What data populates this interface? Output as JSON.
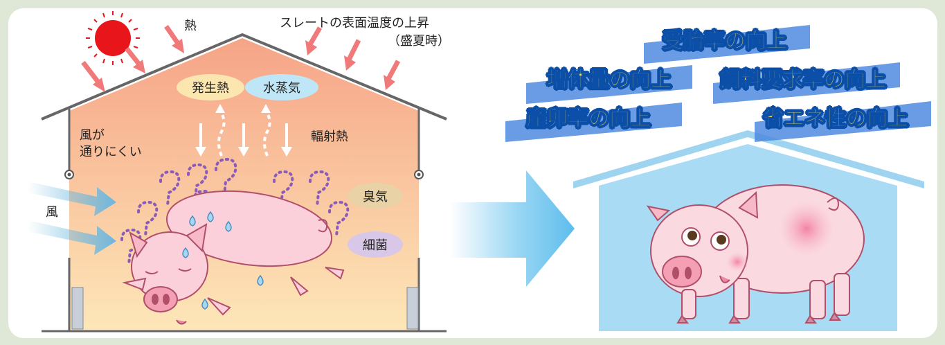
{
  "left_scene": {
    "heat_label": "熱",
    "slate_label_line1": "スレートの表面温度の上昇",
    "slate_label_line2": "（盛夏時）",
    "generated_heat": "発生熱",
    "water_vapor": "水蒸気",
    "radiant_heat": "輻射熱",
    "wind_poor_line1": "風が",
    "wind_poor_line2": "通りにくい",
    "wind_label": "風",
    "odor": "臭気",
    "bacteria": "細菌"
  },
  "right_scene": {
    "benefits": [
      "受胎率の向上",
      "増体量の向上",
      "飼料要求率の向上",
      "産卵率の向上",
      "省エネ性の向上"
    ]
  },
  "colors": {
    "house_top": "#f6a487",
    "house_bottom": "#fde7b8",
    "roof_line": "#666666",
    "sun": "#e8161b",
    "heat_arrow": "#f07a7a",
    "vapor_bubble": "#bfe6f7",
    "heat_bubble": "#fbe6b0",
    "odor_bubble": "#e9d3a6",
    "bacteria_bubble": "#d8c7e6",
    "question_mark": "#8a5bb8",
    "big_arrow": "#6cc4ee",
    "cool_house": "#a9dcf4",
    "benefit_text": "#ffe35a",
    "benefit_outline": "#0b4fa8"
  }
}
